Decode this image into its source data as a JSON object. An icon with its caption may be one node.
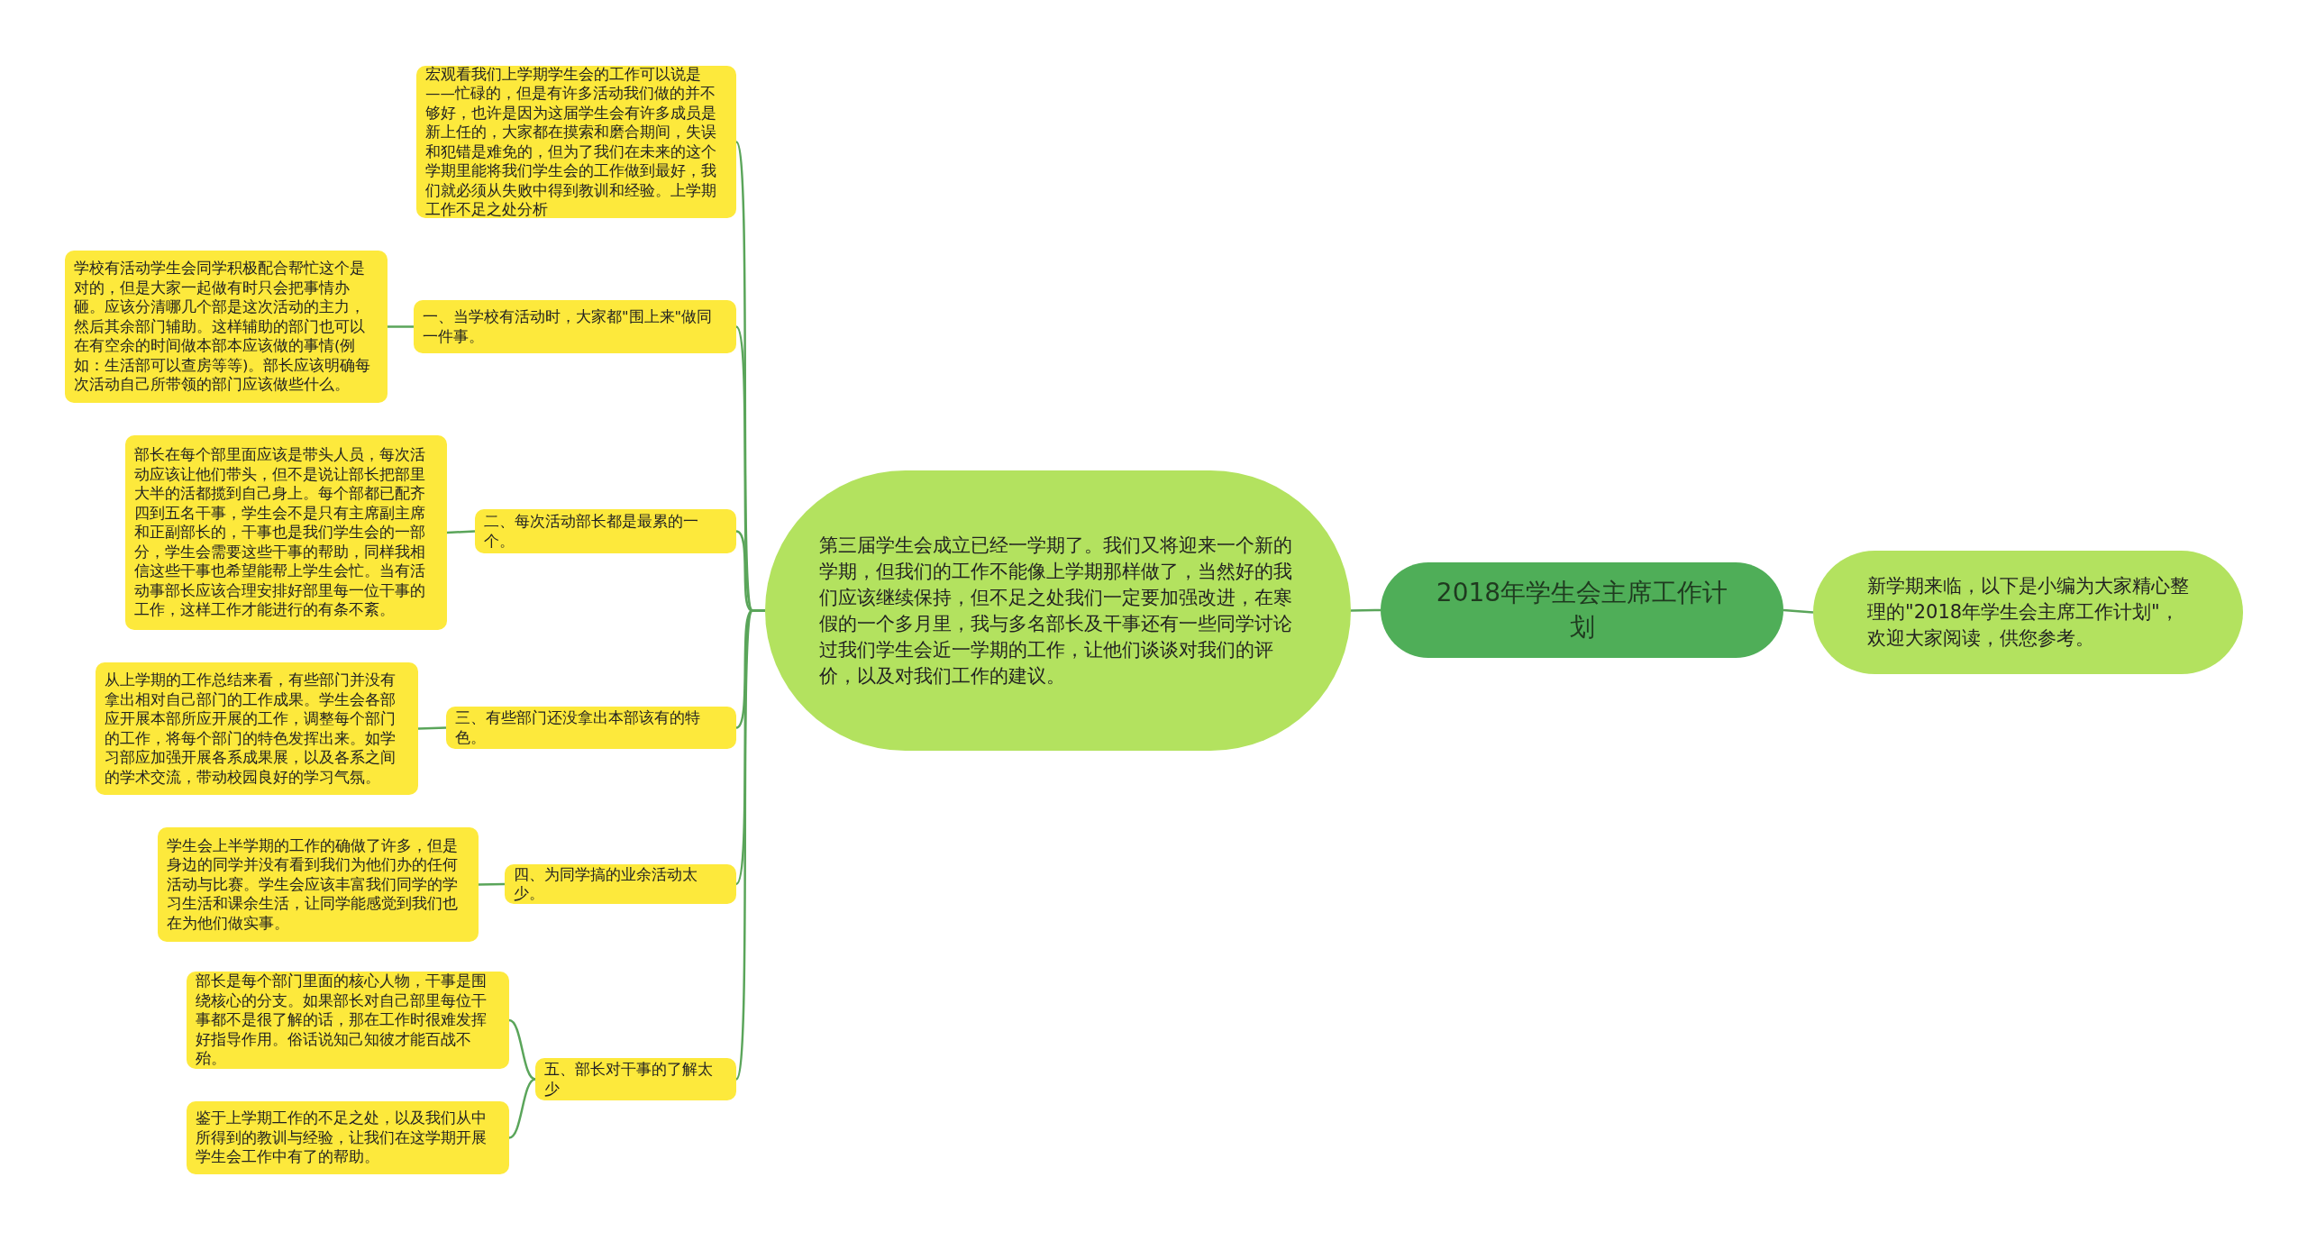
{
  "diagram": {
    "nodes": [
      {
        "text": [
          "2018年学生会主席工作计划"
        ]
      },
      {
        "text": [
          "新学期来临，以下是小编为大家精心整理的\"2018年学生会主席工作计划\"，欢迎大家阅读，供您参考。"
        ]
      },
      {
        "text": [
          "第三届学生会成立已经一学期了。我们又将迎来一个新的学期，但我们的工作不能像上学期那样做了，当然好的我们应该继续保持，但不足之处我们一定要加强改进，在寒假的一个多月里，我与多名部长及干事还有一些同学讨论过我们学生会近一学期的工作，让他们谈谈对我们的评价，以及对我们工作的建议。"
        ]
      },
      {
        "text": [
          "宏观看我们上学期学生会的工作可以说是——忙碌的，但是有许多活动我们做的并不够好，也许是因为这届学生会有许多成员是新上任的，大家都在摸索和磨合期间，失误和犯错是难免的，但为了我们在未来的这个学期里能将我们学生会的工作做到最好，我们就必须从失败中得到教训和经验。上学期工作不足之处分析"
        ]
      },
      {
        "text": [
          "一、当学校有活动时，大家都\"围上来\"做同一件事。"
        ]
      },
      {
        "text": [
          "学校有活动学生会同学积极配合帮忙这个是对的，但是大家一起做有时只会把事情办砸。应该分清哪几个部是这次活动的主力，然后其余部门辅助。这样辅助的部门也可以在有空余的时间做本部本应该做的事情(例如：生活部可以查房等等)。部长应该明确每次活动自己所带领的部门应该做些什么。"
        ]
      },
      {
        "text": [
          "二、每次活动部长都是最累的一个。"
        ]
      },
      {
        "text": [
          "部长在每个部里面应该是带头人员，每次活动应该让他们带头，但不是说让部长把部里大半的活都揽到自己身上。每个部都已配齐四到五名干事，学生会不是只有主席副主席和正副部长的，干事也是我们学生会的一部分，学生会需要这些干事的帮助，同样我相信这些干事也希望能帮上学生会忙。当有活动事部长应该合理安排好部里每一位干事的工作，这样工作才能进行的有条不紊。"
        ]
      },
      {
        "text": [
          "三、有些部门还没拿出本部该有的特色。"
        ]
      },
      {
        "text": [
          "从上学期的工作总结来看，有些部门并没有拿出相对自己部门的工作成果。学生会各部应开展本部所应开展的工作，调整每个部门的工作，将每个部门的特色发挥出来。如学习部应加强开展各系成果展，以及各系之间的学术交流，带动校园良好的学习气氛。"
        ]
      },
      {
        "text": [
          "四、为同学搞的业余活动太少。"
        ]
      },
      {
        "text": [
          "学生会上半学期的工作的确做了许多，但是身边的同学并没有看到我们为他们办的任何活动与比赛。学生会应该丰富我们同学的学习生活和课余生活，让同学能感觉到我们也在为他们做实事。"
        ]
      },
      {
        "text": [
          "五、部长对干事的了解太少"
        ]
      },
      {
        "text": [
          "部长是每个部门里面的核心人物，干事是围绕核心的分支。如果部长对自己部里每位干事都不是很了解的话，那在工作时很难发挥好指导作用。俗话说知己知彼才能百战不殆。"
        ]
      },
      {
        "text": [
          "鉴于上学期工作的不足之处，以及我们从中所得到的教训与经验，让我们在这学期开展学生会工作中有了的帮助。"
        ]
      }
    ],
    "edges": [
      {
        "from": 0,
        "to": 1,
        "arrow": "none"
      },
      {
        "from": 0,
        "to": 2,
        "arrow": "none"
      },
      {
        "from": 2,
        "to": 3,
        "arrow": "none"
      },
      {
        "from": 2,
        "to": 4,
        "arrow": "none"
      },
      {
        "from": 4,
        "to": 5,
        "arrow": "none"
      },
      {
        "from": 2,
        "to": 6,
        "arrow": "none"
      },
      {
        "from": 6,
        "to": 7,
        "arrow": "none"
      },
      {
        "from": 2,
        "to": 8,
        "arrow": "none"
      },
      {
        "from": 8,
        "to": 9,
        "arrow": "none"
      },
      {
        "from": 2,
        "to": 10,
        "arrow": "none"
      },
      {
        "from": 10,
        "to": 11,
        "arrow": "none"
      },
      {
        "from": 2,
        "to": 12,
        "arrow": "none"
      },
      {
        "from": 12,
        "to": 13,
        "arrow": "none"
      },
      {
        "from": 12,
        "to": 14,
        "arrow": "none"
      }
    ]
  }
}
